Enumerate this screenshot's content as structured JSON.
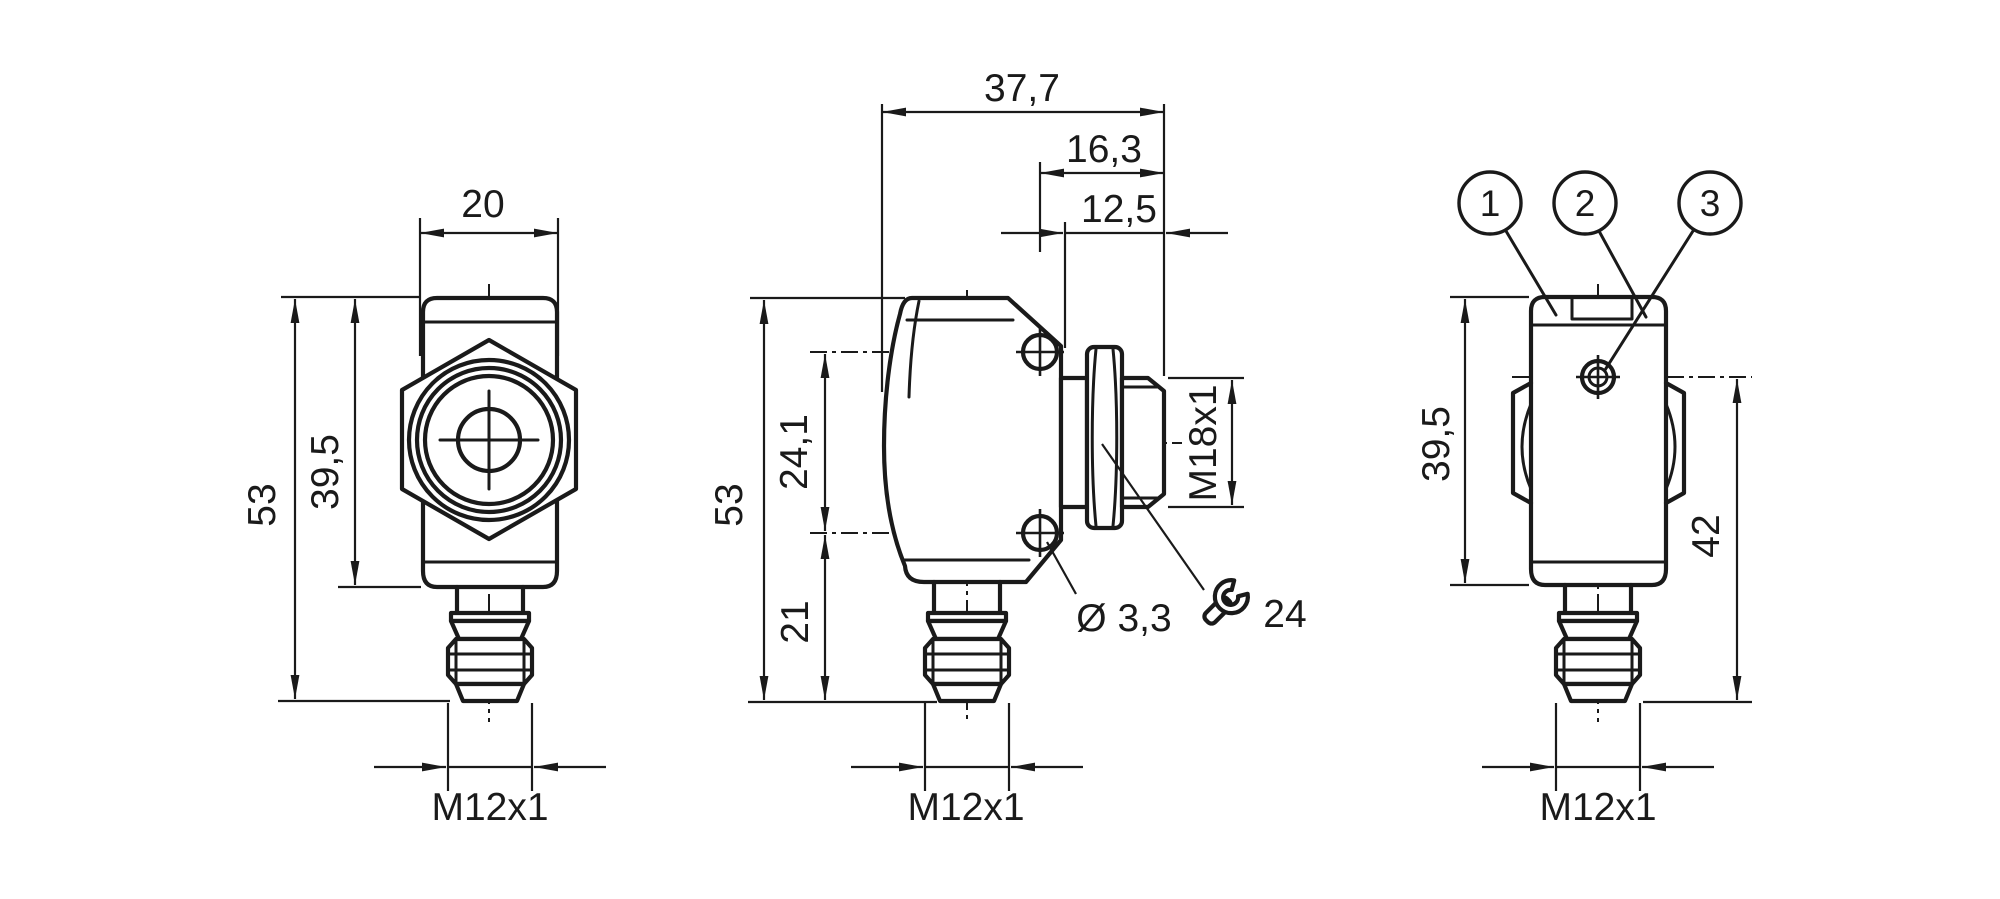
{
  "drawing": {
    "type": "technical-dimension-drawing",
    "colors": {
      "background": "#ffffff",
      "line": "#1a1a1a"
    },
    "icons": {
      "wrench": "open-end-wrench-icon"
    },
    "views": {
      "front": {
        "dim_width": "20",
        "dim_total_height": "53",
        "dim_body_height": "39,5",
        "connector_thread": "M12x1"
      },
      "side": {
        "dim_depth": "37,7",
        "dim_tip_to_hole_axis": "16,3",
        "dim_tip_to_body": "12,5",
        "dim_total_height": "53",
        "dim_hole_spacing": "24,1",
        "dim_hole_to_end": "21",
        "lens_thread": "M18x1",
        "mounting_hole_diameter": "Ø 3,3",
        "wrench_size": "24",
        "connector_thread": "M12x1"
      },
      "rear": {
        "callout_1": "1",
        "callout_2": "2",
        "callout_3": "3",
        "dim_body_height": "39,5",
        "dim_axis_to_end": "42",
        "connector_thread": "M12x1"
      }
    }
  }
}
